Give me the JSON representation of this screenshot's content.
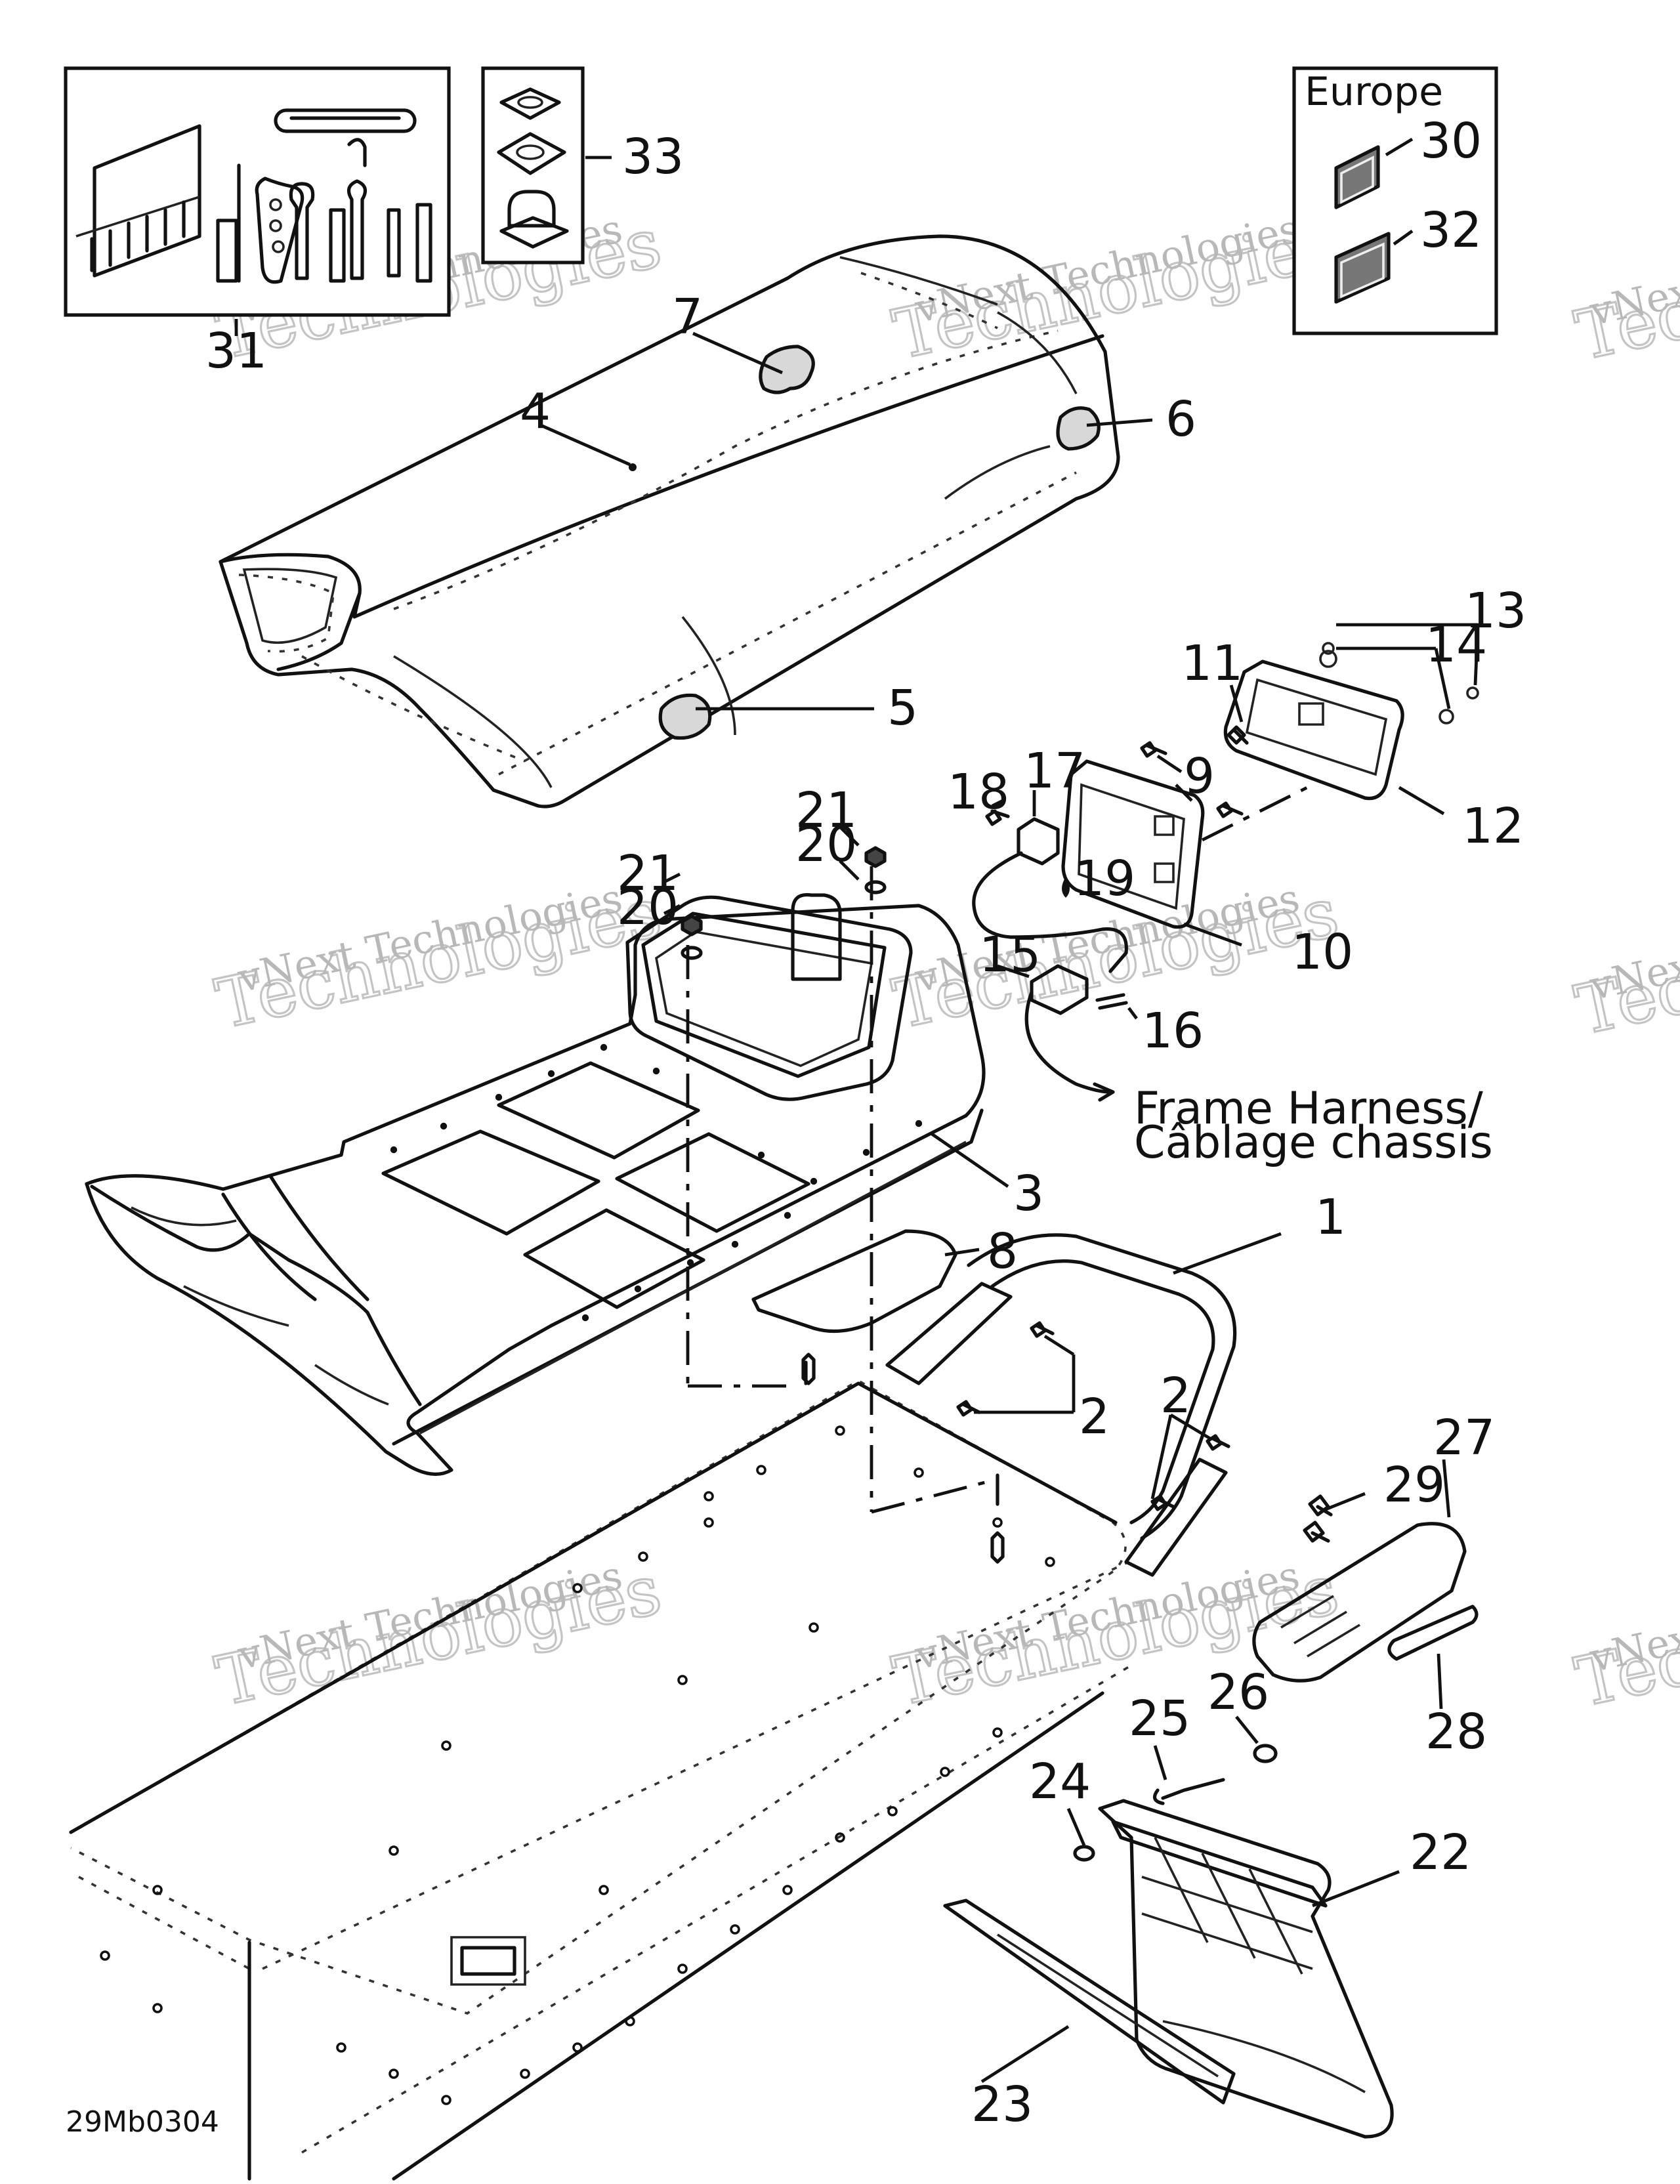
{
  "diagram_code": "29Mb0304",
  "europe_label": "Europe",
  "frame_harness_line1": "Frame Harness/",
  "frame_harness_line2": "Câblage chassis",
  "watermark_line1": "vNext Technologies",
  "watermark_line2": "Technologies",
  "watermark_partial1": "vNext Te",
  "watermark_partial2": "Techn",
  "callouts": {
    "c1": "1",
    "c2a": "2",
    "c2b": "2",
    "c3": "3",
    "c4": "4",
    "c5": "5",
    "c6": "6",
    "c7": "7",
    "c8": "8",
    "c9": "9",
    "c10": "10",
    "c11": "11",
    "c12": "12",
    "c13": "13",
    "c14": "14",
    "c15": "15",
    "c16": "16",
    "c17": "17",
    "c18": "18",
    "c19": "19",
    "c20a": "20",
    "c20b": "20",
    "c21a": "21",
    "c21b": "21",
    "c22": "22",
    "c23": "23",
    "c24": "24",
    "c25": "25",
    "c26": "26",
    "c27": "27",
    "c28": "28",
    "c29": "29",
    "c30": "30",
    "c31": "31",
    "c32": "32",
    "c33": "33"
  }
}
